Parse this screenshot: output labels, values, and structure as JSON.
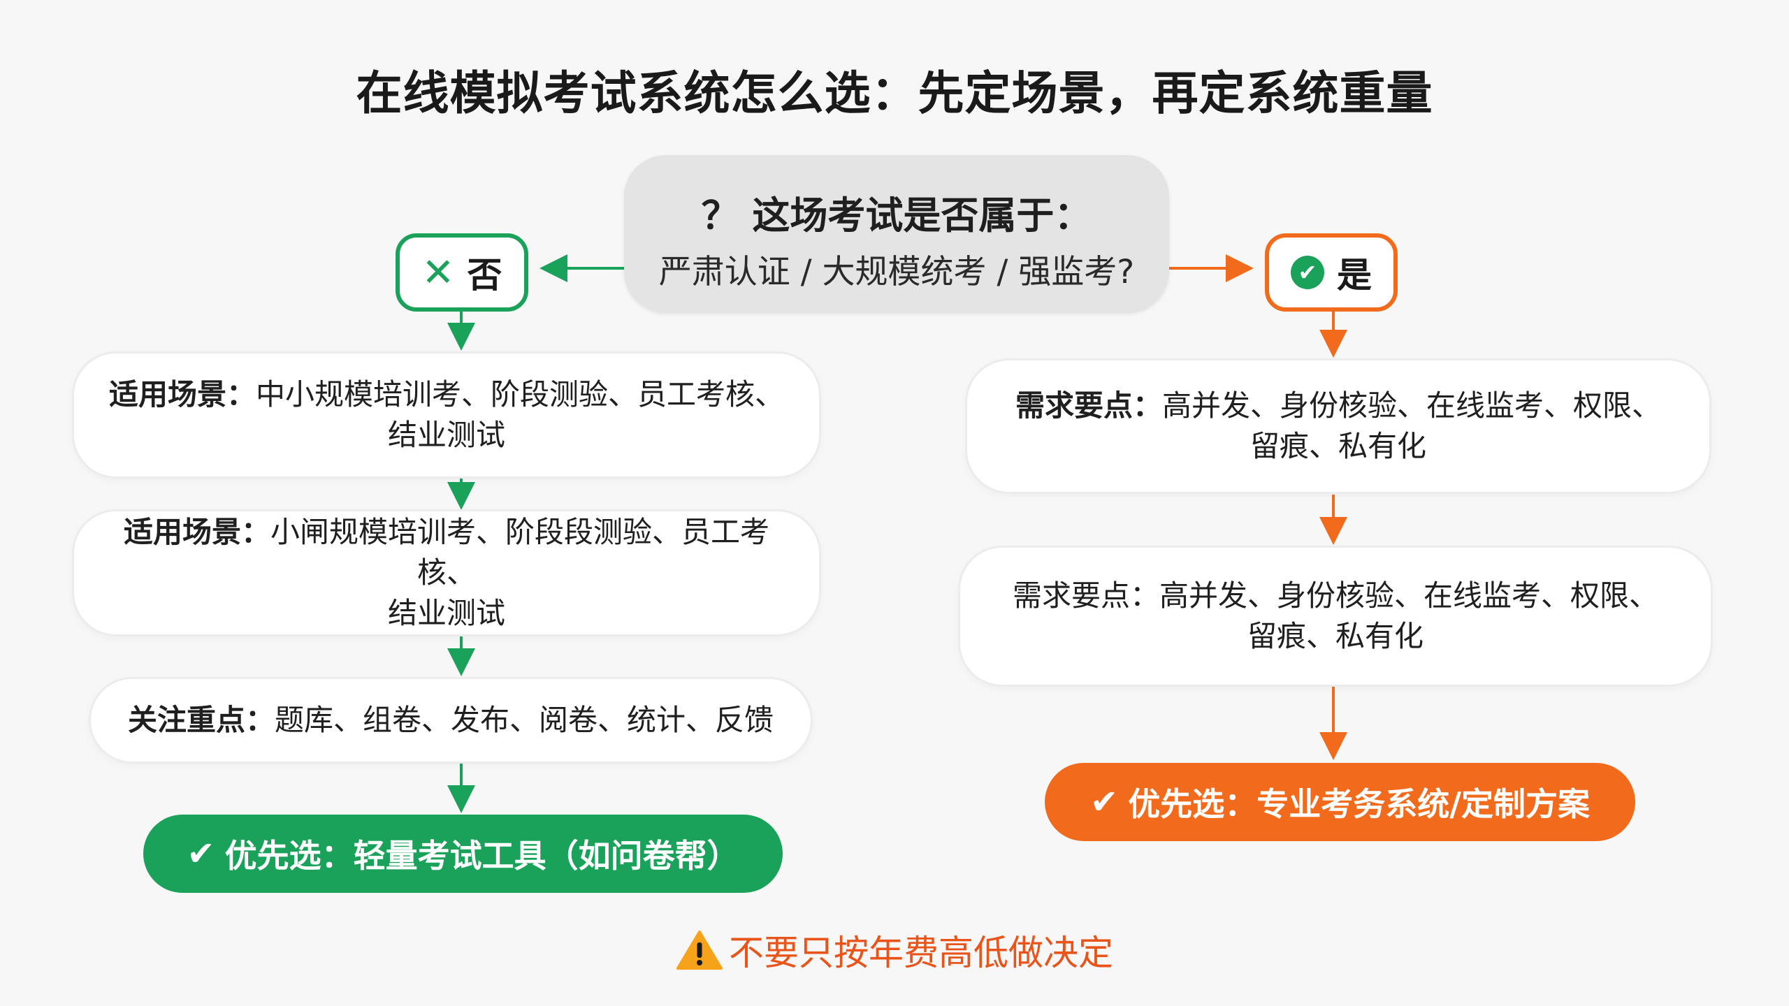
{
  "title": "在线模拟考试系统怎么选：先定场景，再定系统重量",
  "question": {
    "icon": "question-mark-icon",
    "line1": "？ 这场考试是否属于：",
    "line2": "严肃认证 / 大规模统考 / 强监考?"
  },
  "branch_no": {
    "label": "否",
    "icon": "x-icon",
    "color": "#1aa25a"
  },
  "branch_yes": {
    "label": "是",
    "icon": "check-circle-icon",
    "color": "#f26b1d"
  },
  "left": {
    "card1": {
      "label": "适用场景：",
      "text_a": "中小规模培训考、阶段测验、员工考核、",
      "text_b": "结业测试"
    },
    "card2": {
      "label": "适用场景：",
      "text_a": "小闸规模培训考、阶段段测验、员工考核、",
      "text_b": "结业测试"
    },
    "card3": {
      "label": "关注重点：",
      "text": "题库、组卷、发布、阅卷、统计、反馈"
    },
    "result": "优先选：轻量考试工具（如问卷帮）"
  },
  "right": {
    "card1": {
      "label": "需求要点：",
      "text_a": "高并发、身份核验、在线监考、权限、",
      "text_b": "留痕、私有化"
    },
    "card2": {
      "text_a": "需求要点：高并发、身份核验、在线监考、权限、",
      "text_b": "留痕、私有化"
    },
    "result": "优先选：专业考务系统/定制方案"
  },
  "warning": {
    "icon": "warning-icon",
    "text": "不要只按年费高低做决定"
  },
  "colors": {
    "green": "#1aa25a",
    "orange": "#f26b1d",
    "warning": "#e8541a"
  }
}
